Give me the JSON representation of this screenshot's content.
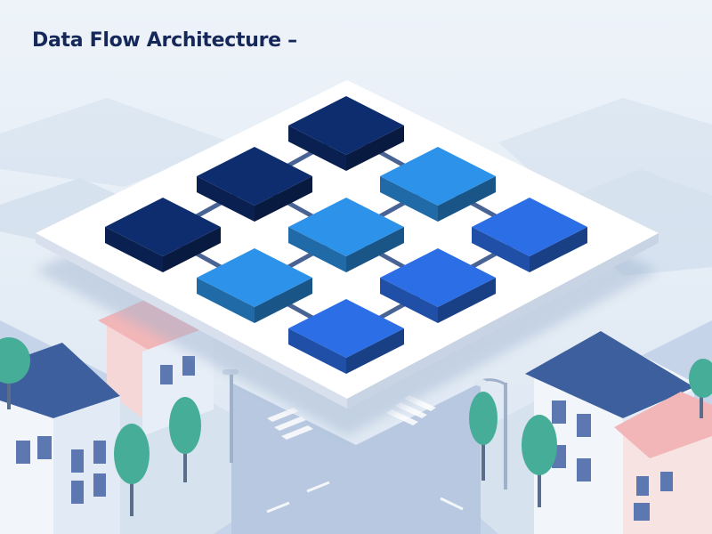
{
  "title": "Data Flow Architecture –",
  "colors": {
    "background": "#e8f0f7",
    "title": "#16285a",
    "platform": "#ffffff",
    "connector": "#4a6395",
    "node_dark": "#0e2d6f",
    "node_light": "#2d93ea",
    "node_medium": "#2b6ee6",
    "house_roof_blue": "#3d5f9e",
    "house_roof_pink": "#f2b6b8",
    "tree": "#46ad98"
  },
  "diagram": {
    "grid": {
      "rows": 3,
      "cols": 3
    },
    "nodes": [
      {
        "id": "n00",
        "row": 0,
        "col": 0,
        "tone": "dark"
      },
      {
        "id": "n01",
        "row": 0,
        "col": 1,
        "tone": "dark"
      },
      {
        "id": "n02",
        "row": 0,
        "col": 2,
        "tone": "dark"
      },
      {
        "id": "n10",
        "row": 1,
        "col": 0,
        "tone": "light"
      },
      {
        "id": "n11",
        "row": 1,
        "col": 1,
        "tone": "light"
      },
      {
        "id": "n12",
        "row": 1,
        "col": 2,
        "tone": "light"
      },
      {
        "id": "n20",
        "row": 2,
        "col": 0,
        "tone": "medium"
      },
      {
        "id": "n21",
        "row": 2,
        "col": 1,
        "tone": "medium"
      },
      {
        "id": "n22",
        "row": 2,
        "col": 2,
        "tone": "medium"
      }
    ],
    "connections": [
      [
        "n00",
        "n01"
      ],
      [
        "n01",
        "n02"
      ],
      [
        "n10",
        "n11"
      ],
      [
        "n11",
        "n12"
      ],
      [
        "n20",
        "n21"
      ],
      [
        "n21",
        "n22"
      ],
      [
        "n00",
        "n10"
      ],
      [
        "n10",
        "n20"
      ],
      [
        "n01",
        "n11"
      ],
      [
        "n11",
        "n21"
      ],
      [
        "n02",
        "n12"
      ],
      [
        "n12",
        "n22"
      ]
    ]
  },
  "background_scene": {
    "houses": [
      {
        "id": "house-left-front",
        "roof": "blue"
      },
      {
        "id": "house-left-back",
        "roof": "pink"
      },
      {
        "id": "house-right-front",
        "roof": "blue"
      },
      {
        "id": "house-right-corner",
        "roof": "pink"
      }
    ],
    "trees": 6,
    "street_lamps": 2,
    "icons": [
      "house-icon",
      "tree-icon",
      "street-lamp-icon",
      "crosswalk-icon"
    ]
  }
}
